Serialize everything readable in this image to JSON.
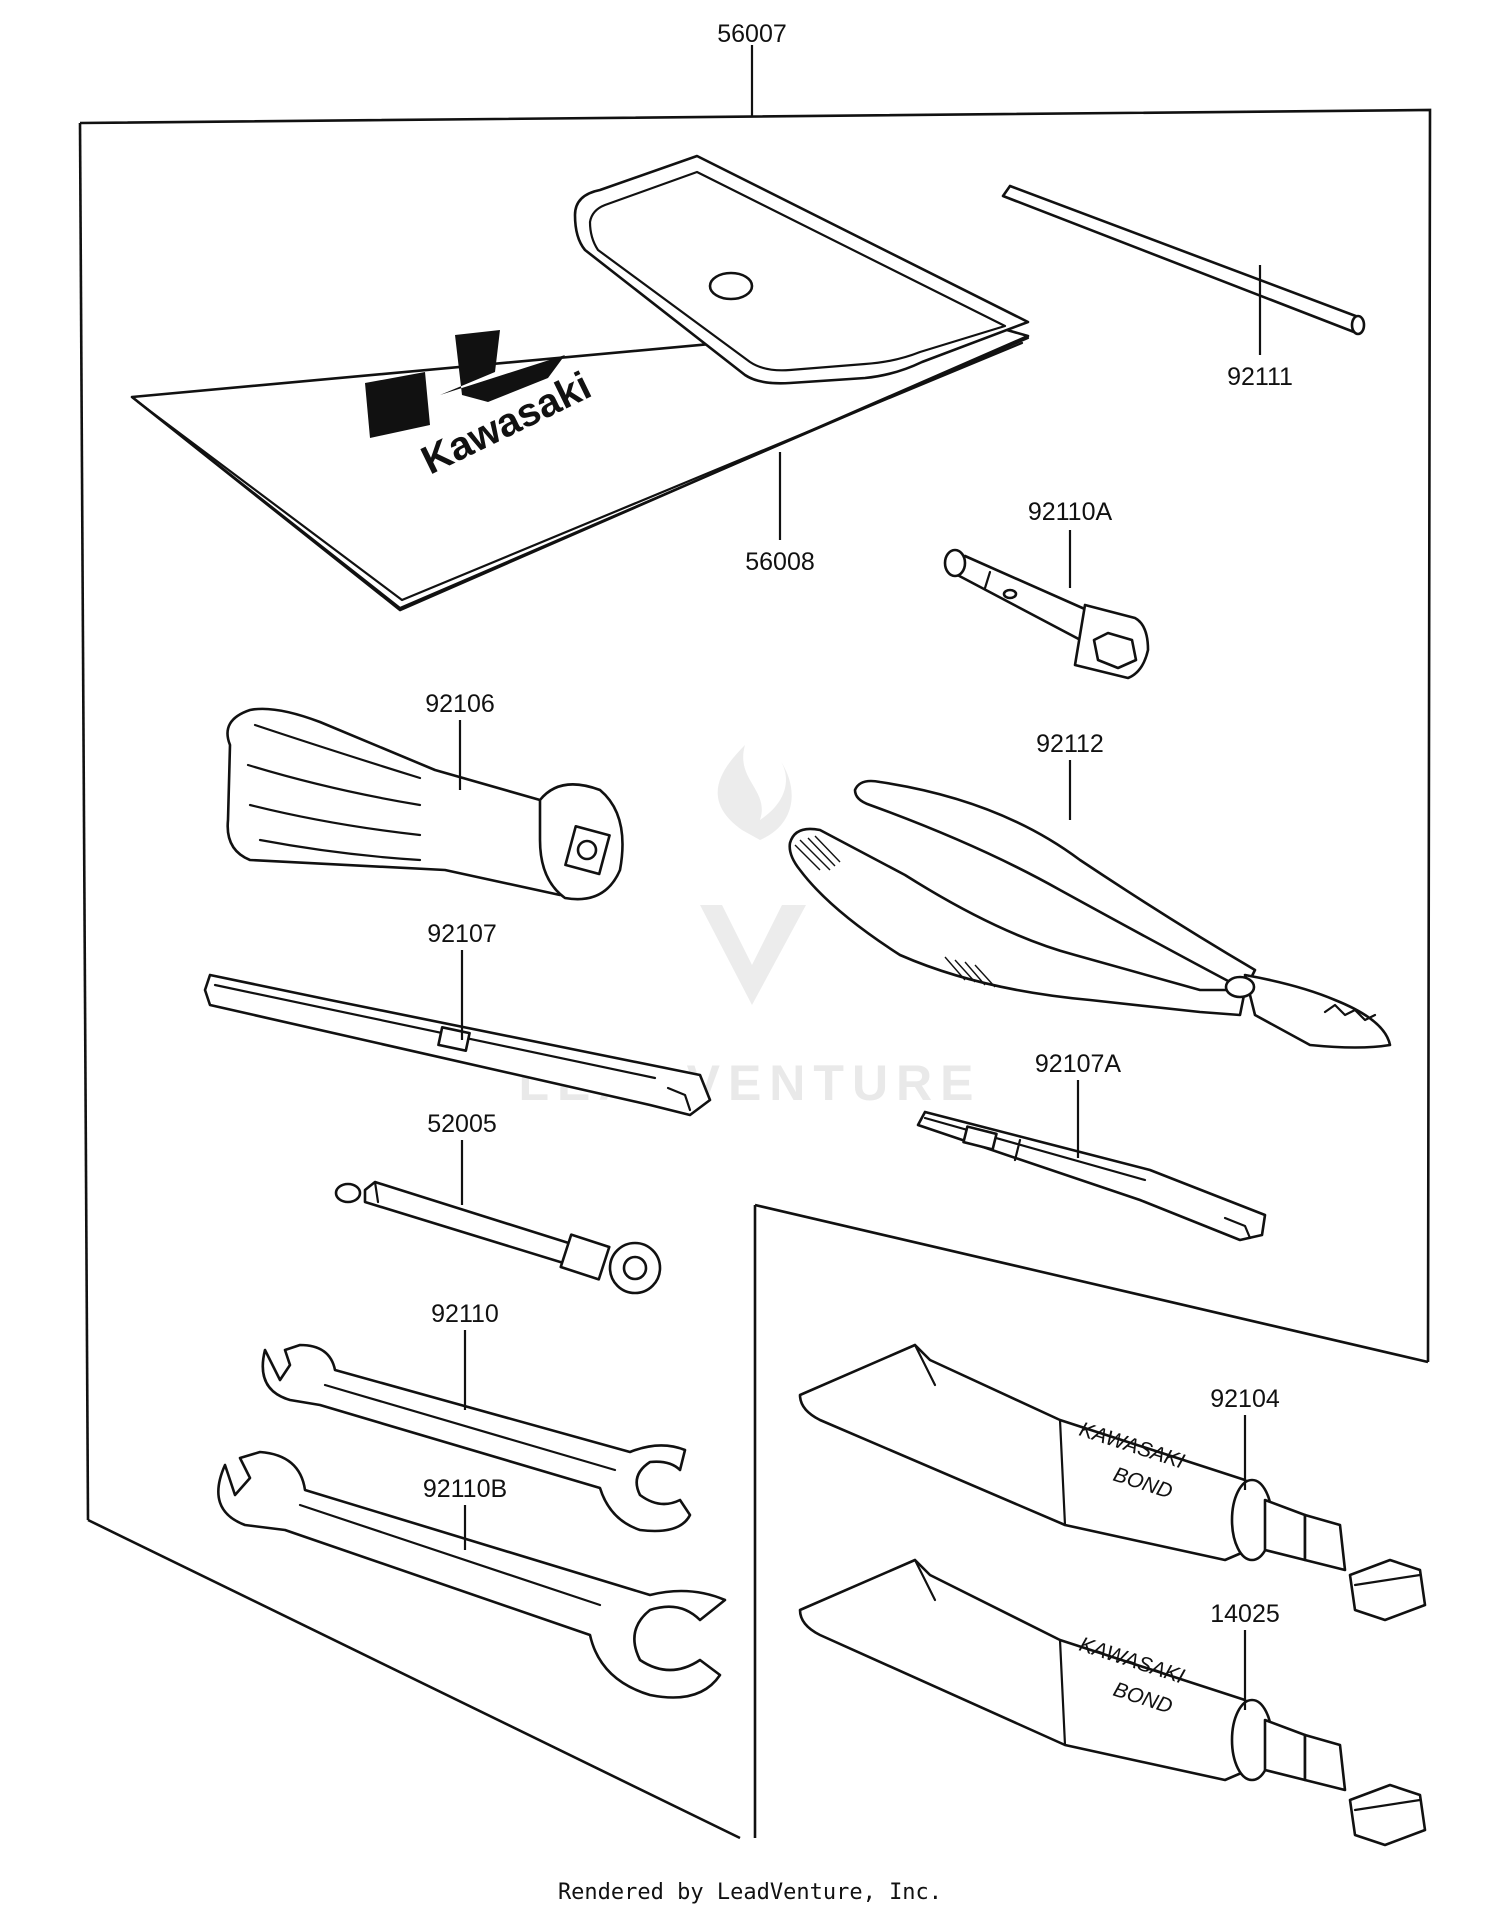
{
  "callouts": {
    "kit": "56007",
    "pouch": "56008",
    "rod": "92111",
    "plug_wrench": "92110A",
    "handle": "92106",
    "pliers": "92112",
    "screwdriver": "92107",
    "screwdriver_a": "92107A",
    "tool": "52005",
    "wrench_small": "92110",
    "wrench_large": "92110B",
    "bond_upper": "92104",
    "bond_lower": "14025"
  },
  "tube_label": {
    "line1": "KAWASAKI",
    "line2": "BOND"
  },
  "logo": {
    "text": "Kawasaki"
  },
  "watermark": {
    "text": "LEADVENTURE"
  },
  "footer": {
    "text": "Rendered by LeadVenture, Inc."
  }
}
